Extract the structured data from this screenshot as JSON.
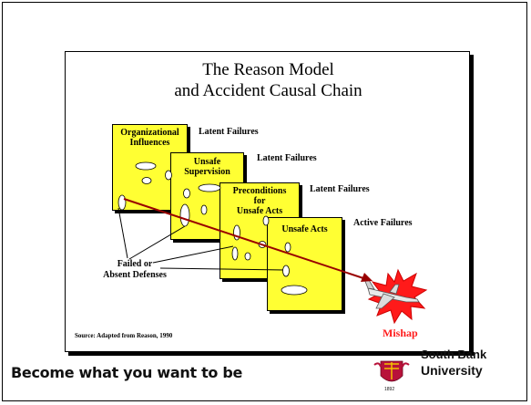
{
  "title": {
    "line1": "The Reason Model",
    "line2": "and Accident Causal Chain"
  },
  "layers": [
    {
      "label": "Organizational Influences",
      "line1": "Organizational",
      "line2": "Influences",
      "failure": "Latent Failures"
    },
    {
      "label": "Unsafe Supervision",
      "line1": "Unsafe",
      "line2": "Supervision",
      "failure": "Latent Failures"
    },
    {
      "label": "Preconditions for Unsafe Acts",
      "line1": "Preconditions",
      "line2": "for",
      "line3": "Unsafe Acts",
      "failure": "Latent Failures"
    },
    {
      "label": "Unsafe Acts",
      "line1": "Unsafe Acts",
      "failure": "Active Failures"
    }
  ],
  "defenses": {
    "line1": "Failed or",
    "line2": "Absent Defenses"
  },
  "outcome": "Mishap",
  "source": "Source: Adapted from Reason, 1990",
  "footer": {
    "tagline": "Become what you want to be",
    "university_line2": "South Bank",
    "university_line3": "University",
    "logo_text": "1892"
  },
  "colors": {
    "card_fill": "#ffff33",
    "arrow": "#990000",
    "mishap": "#ff1a1a"
  }
}
